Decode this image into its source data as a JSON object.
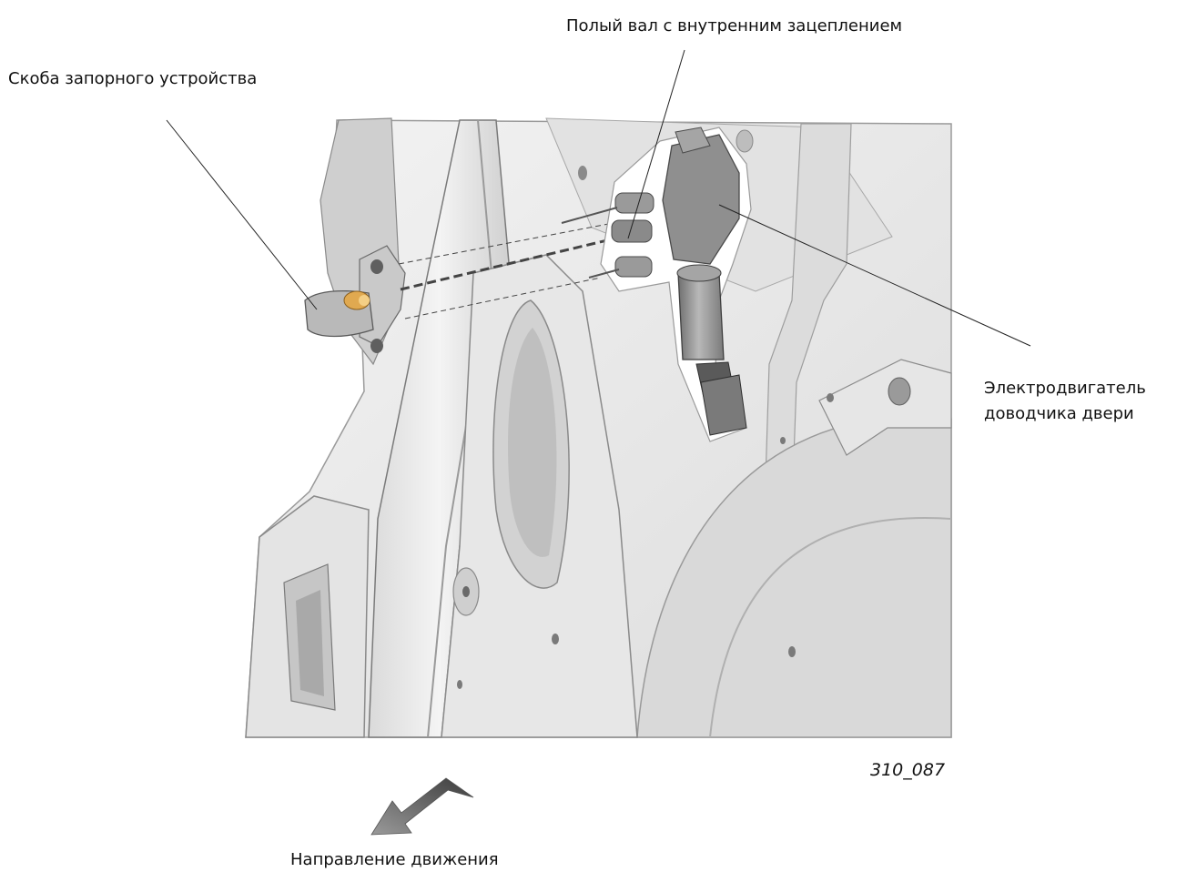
{
  "labels": {
    "hollow_shaft": "Полый вал с внутренним зацеплением",
    "lock_bracket": "Скоба запорного устройства",
    "motor_line1": "Электродвигатель",
    "motor_line2": "доводчика двери",
    "figure_code": "310_087",
    "direction": "Направление движения"
  },
  "icons": {
    "travel_direction": "arrow-down-left-icon"
  },
  "colors": {
    "panel_light": "#e9e9e9",
    "panel_mid": "#d4d4d4",
    "panel_dark": "#b5b5b5",
    "outline": "#6a6a6a",
    "motor_body": "#8c8c8c",
    "latch_pin": "#e0a950"
  }
}
